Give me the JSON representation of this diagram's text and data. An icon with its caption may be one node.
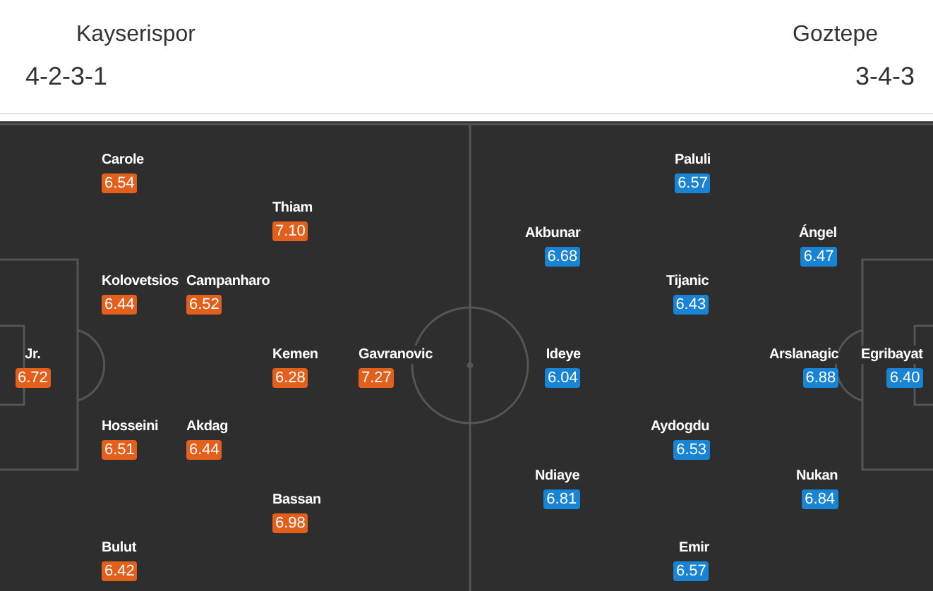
{
  "diagram": {
    "nodes": [
      {
        "text": [
          "Carole",
          "6.54"
        ]
      },
      {
        "text": [
          "Thiam",
          "7.10"
        ]
      },
      {
        "text": [
          "Kolovetsios",
          "6.44"
        ]
      },
      {
        "text": [
          "Campanharo",
          "6.52"
        ]
      },
      {
        "text": [
          "Jr.",
          "6.72"
        ]
      },
      {
        "text": [
          "Kemen",
          "6.28"
        ]
      },
      {
        "text": [
          "Gavranovic",
          "7.27"
        ]
      },
      {
        "text": [
          "Hosseini",
          "6.51"
        ]
      },
      {
        "text": [
          "Akdag",
          "6.44"
        ]
      },
      {
        "text": [
          "Bassan",
          "6.98"
        ]
      },
      {
        "text": [
          "Bulut",
          "6.42"
        ]
      },
      {
        "text": [
          "Paluli",
          "6.57"
        ]
      },
      {
        "text": [
          "Akbunar",
          "6.68"
        ]
      },
      {
        "text": [
          "Ángel",
          "6.47"
        ]
      },
      {
        "text": [
          "Tijanic",
          "6.43"
        ]
      },
      {
        "text": [
          "Ideye",
          "6.04"
        ]
      },
      {
        "text": [
          "Arslanagic",
          "6.88"
        ]
      },
      {
        "text": [
          "Egribayat",
          "6.40"
        ]
      },
      {
        "text": [
          "Aydogdu",
          "6.53"
        ]
      },
      {
        "text": [
          "Ndiaye",
          "6.81"
        ]
      },
      {
        "text": [
          "Nukan",
          "6.84"
        ]
      },
      {
        "text": [
          "Emir",
          "6.57"
        ]
      }
    ],
    "labels": [
      "Kayserispor",
      "Goztepe",
      "4-2-3-1",
      "3-4-3"
    ]
  }
}
